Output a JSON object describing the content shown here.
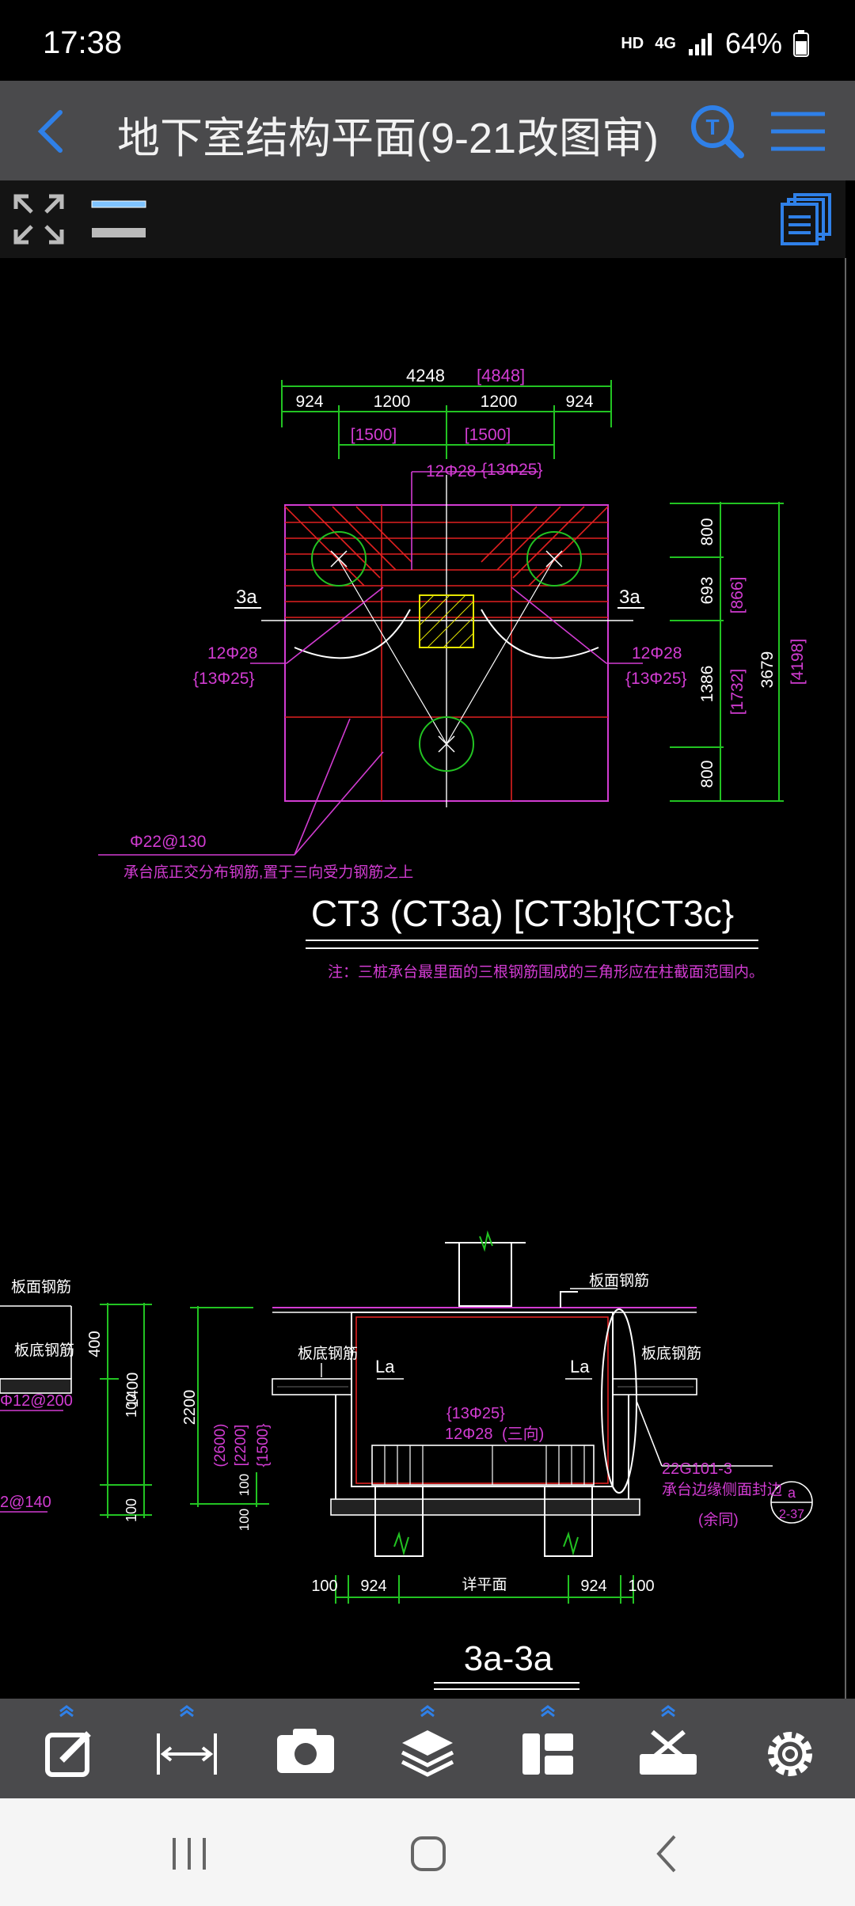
{
  "status": {
    "time": "17:38",
    "hd": "HD",
    "net": "4G",
    "battery": "64%"
  },
  "app": {
    "title": "地下室结构平面(9-21改图审)"
  },
  "drawing": {
    "top_total": "4248",
    "top_total_alt": "[4848]",
    "top_segments": [
      "924",
      "1200",
      "1200",
      "924"
    ],
    "top_alt_segments": [
      "[1500]",
      "[1500]"
    ],
    "rebar_top": "12Φ28",
    "rebar_top_alt": "{13Φ25}",
    "section_left": "3a",
    "section_right": "3a",
    "rebar_left": "12Φ28",
    "rebar_left_alt": "{13Φ25}",
    "rebar_right": "12Φ28",
    "rebar_right_alt": "{13Φ25}",
    "right_dims": [
      "800",
      "693",
      "1386",
      "800"
    ],
    "right_dims_alt": [
      "[866]",
      "[1732]"
    ],
    "right_total": "3679",
    "right_total_alt": "[4198]",
    "dist_bar": "Φ22@130",
    "dist_note": "承台底正交分布钢筋,置于三向受力钢筋之上",
    "plan_title": "CT3  (CT3a) [CT3b]{CT3c}",
    "note": "注：三桩承台最里面的三根钢筋围成的三角形应在柱截面范围内。",
    "sec_labels": {
      "top_rebar_left": "板面钢筋",
      "bottom_rebar_left": "板底钢筋",
      "top_rebar": "板面钢筋",
      "bottom_rebar_mid": "板底钢筋",
      "bottom_rebar_right": "板底钢筋",
      "la_left": "La",
      "la_right": "La",
      "rebar_alt": "{13Φ25}",
      "rebar": "12Φ28",
      "rebar_note": "(三向)",
      "ref": "22G101-3",
      "ref_note1": "承台边缘侧面封边",
      "ref_note2": "(余同)",
      "circle_top": "a",
      "circle_bottom": "2-37",
      "left_bar1": "Φ12@200",
      "left_bar2": "2@140",
      "dims_left": [
        "400",
        "1400",
        "100",
        "100"
      ],
      "dim_2200": "2200",
      "dims_alt": [
        "(2600)",
        "[2200]",
        "{1500}"
      ],
      "dims_small": [
        "100",
        "100"
      ],
      "bottom_dims": [
        "100",
        "924",
        "详平面",
        "924",
        "100"
      ]
    },
    "sec_title": "3a-3a"
  },
  "toolbar": {
    "items": [
      "edit",
      "measure",
      "camera",
      "layers",
      "layout",
      "tools",
      "settings"
    ]
  },
  "colors": {
    "dim": "#22c322",
    "magenta": "#d23cd2",
    "red": "#e02020",
    "white": "#ffffff",
    "yellow": "#e6e600",
    "accent": "#2f80e8"
  }
}
